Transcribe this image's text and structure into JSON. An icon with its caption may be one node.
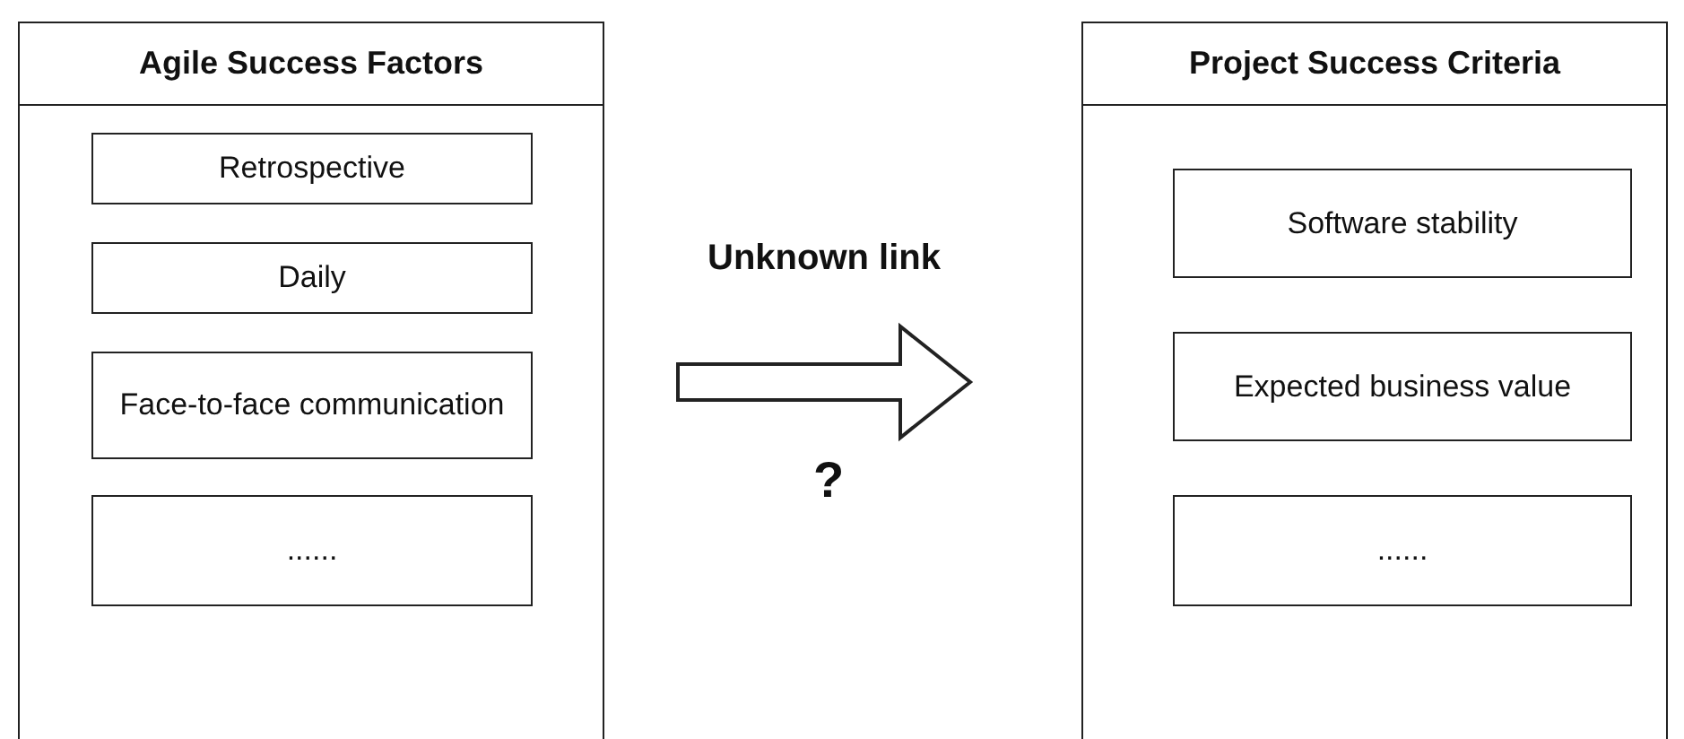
{
  "diagram": {
    "nodes": [
      {
        "text": [
          "Agile Success Factors"
        ]
      },
      {
        "text": [
          "Retrospective"
        ],
        "in": 0
      },
      {
        "text": [
          "Daily"
        ],
        "in": 0
      },
      {
        "text": [
          "Face-to-face communication"
        ],
        "in": 0
      },
      {
        "text": [
          "......"
        ],
        "in": 0
      },
      {
        "text": [
          "Project Success Criteria"
        ]
      },
      {
        "text": [
          "Software stability"
        ],
        "in": 5
      },
      {
        "text": [
          "Expected business value"
        ],
        "in": 5
      },
      {
        "text": [
          "......"
        ],
        "in": 5
      }
    ],
    "edges": [
      {
        "from": 0,
        "to": 5,
        "arrow": "to",
        "label": "Unknown link",
        "style": "thick"
      }
    ],
    "labels": [
      "?"
    ]
  }
}
